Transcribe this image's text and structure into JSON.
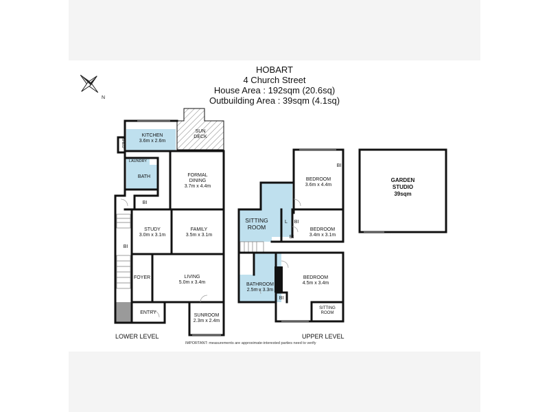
{
  "header": {
    "line1": "HOBART",
    "line2": "4 Church Street",
    "line3": "House Area : 192sqm (20.6sq)",
    "line4": "Outbuilding Area : 39sqm (4.1sq)"
  },
  "compass": {
    "north_label": "N"
  },
  "colors": {
    "wet_area": "#bfe0ee",
    "wall": "#111111",
    "band": "#f4f4f4"
  },
  "lower_level": {
    "title": "LOWER LEVEL",
    "rooms": {
      "kitchen": {
        "name": "KITCHEN",
        "size": "3.6m x 2.6m"
      },
      "shed": {
        "name": "SHED"
      },
      "sundeck": {
        "name_1": "SUN",
        "name_2": "DECK"
      },
      "laundry": {
        "name": "LAUNDRY"
      },
      "bath": {
        "name": "BATH"
      },
      "formal_dining": {
        "name_1": "FORMAL",
        "name_2": "DINING",
        "size": "3.7m x 4.4m"
      },
      "bi_lower_1": {
        "name": "BI"
      },
      "bi_lower_2": {
        "name": "BI"
      },
      "study": {
        "name": "STUDY",
        "size": "3.0m x 3.1m"
      },
      "family": {
        "name": "FAMILY",
        "size": "3.5m x 3.1m"
      },
      "foyer": {
        "name": "FOYER"
      },
      "living": {
        "name": "LIVING",
        "size": "5.0m x 3.4m"
      },
      "entry": {
        "name": "ENTRY"
      },
      "sunroom": {
        "name": "SUNROOM",
        "size": "2.3m x 2.4m"
      }
    }
  },
  "upper_level": {
    "title": "UPPER LEVEL",
    "rooms": {
      "bedroom_1": {
        "name": "BEDROOM",
        "size": "3.6m x 4.4m"
      },
      "bi_upper_1": {
        "name": "BI"
      },
      "sitting_room": {
        "name_1": "SITTING",
        "name_2": "ROOM"
      },
      "l": {
        "name": "L"
      },
      "bi_upper_2": {
        "name": "BI"
      },
      "bedroom_2": {
        "name": "BEDROOM",
        "size": "3.4m x 3.1m"
      },
      "bi_upper_3": {
        "name": "BI"
      },
      "bathroom": {
        "name": "BATHROOM",
        "size": "2.5m x 3.3m"
      },
      "bedroom_3": {
        "name": "BEDROOM",
        "size": "4.5m x 3.4m"
      },
      "bi_upper_4": {
        "name": "BI"
      },
      "sitting_room_small": {
        "name_1": "SITTING",
        "name_2": "ROOM"
      }
    }
  },
  "outbuilding": {
    "name_1": "GARDEN",
    "name_2": "STUDIO",
    "area": "39sqm"
  },
  "notice": "IMPORTANT: measurements are approximate-interested parties need to verify"
}
